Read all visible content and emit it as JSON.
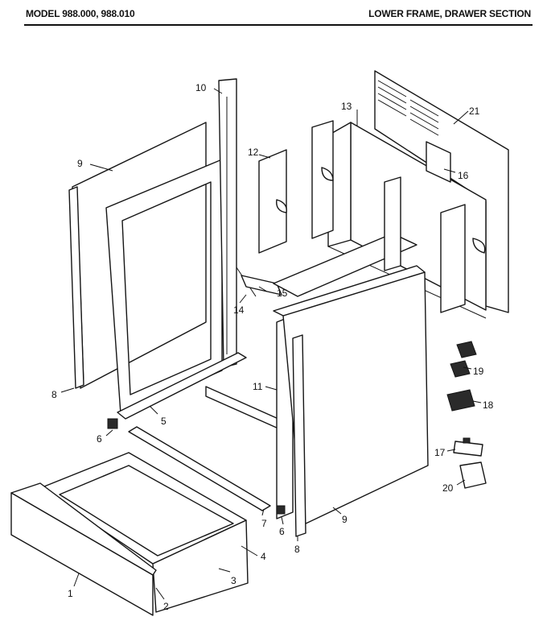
{
  "header": {
    "model": "MODEL 988.000, 988.010",
    "section": "LOWER FRAME, DRAWER SECTION"
  },
  "callouts": [
    {
      "id": "c1",
      "text": "1"
    },
    {
      "id": "c2",
      "text": "2"
    },
    {
      "id": "c3",
      "text": "3"
    },
    {
      "id": "c4",
      "text": "4"
    },
    {
      "id": "c5",
      "text": "5"
    },
    {
      "id": "c6a",
      "text": "6"
    },
    {
      "id": "c6b",
      "text": "6"
    },
    {
      "id": "c7",
      "text": "7"
    },
    {
      "id": "c8a",
      "text": "8"
    },
    {
      "id": "c8b",
      "text": "8"
    },
    {
      "id": "c9a",
      "text": "9"
    },
    {
      "id": "c9b",
      "text": "9"
    },
    {
      "id": "c10",
      "text": "10"
    },
    {
      "id": "c11",
      "text": "11"
    },
    {
      "id": "c12",
      "text": "12"
    },
    {
      "id": "c13",
      "text": "13"
    },
    {
      "id": "c14",
      "text": "14"
    },
    {
      "id": "c15",
      "text": "15"
    },
    {
      "id": "c16",
      "text": "16"
    },
    {
      "id": "c17",
      "text": "17"
    },
    {
      "id": "c18",
      "text": "18"
    },
    {
      "id": "c19",
      "text": "19"
    },
    {
      "id": "c20",
      "text": "20"
    },
    {
      "id": "c21",
      "text": "21"
    }
  ]
}
